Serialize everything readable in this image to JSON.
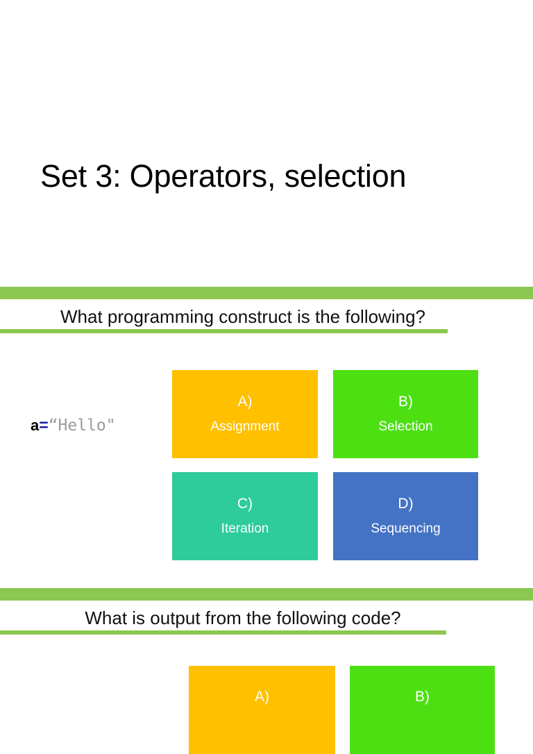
{
  "theme": {
    "accent_bar": "#8CC751",
    "accent_rule": "#8CC751",
    "page_background": "#FFFFFF",
    "option_colors": {
      "a": "#FFC000",
      "b": "#4CE013",
      "c": "#2ECC9B",
      "d": "#4472C4"
    },
    "code_colors": {
      "variable": "#000000",
      "operator": "#1A1AA8",
      "string": "#9A9A9A"
    }
  },
  "title_slide": {
    "title": "Set 3: Operators, selection"
  },
  "question_1": {
    "heading": "What programming construct is the following?",
    "code": {
      "variable": "a",
      "operator": "=",
      "string": "“Hello\""
    },
    "options": [
      {
        "letter": "A)",
        "text": "Assignment",
        "color": "#FFC000"
      },
      {
        "letter": "B)",
        "text": "Selection",
        "color": "#4CE013"
      },
      {
        "letter": "C)",
        "text": "Iteration",
        "color": "#2ECC9B"
      },
      {
        "letter": "D)",
        "text": "Sequencing",
        "color": "#4472C4"
      }
    ]
  },
  "question_2": {
    "heading": "What is output from the following code?",
    "options": [
      {
        "letter": "A)",
        "text": "",
        "color": "#FFC000"
      },
      {
        "letter": "B)",
        "text": "",
        "color": "#4CE013"
      }
    ]
  }
}
